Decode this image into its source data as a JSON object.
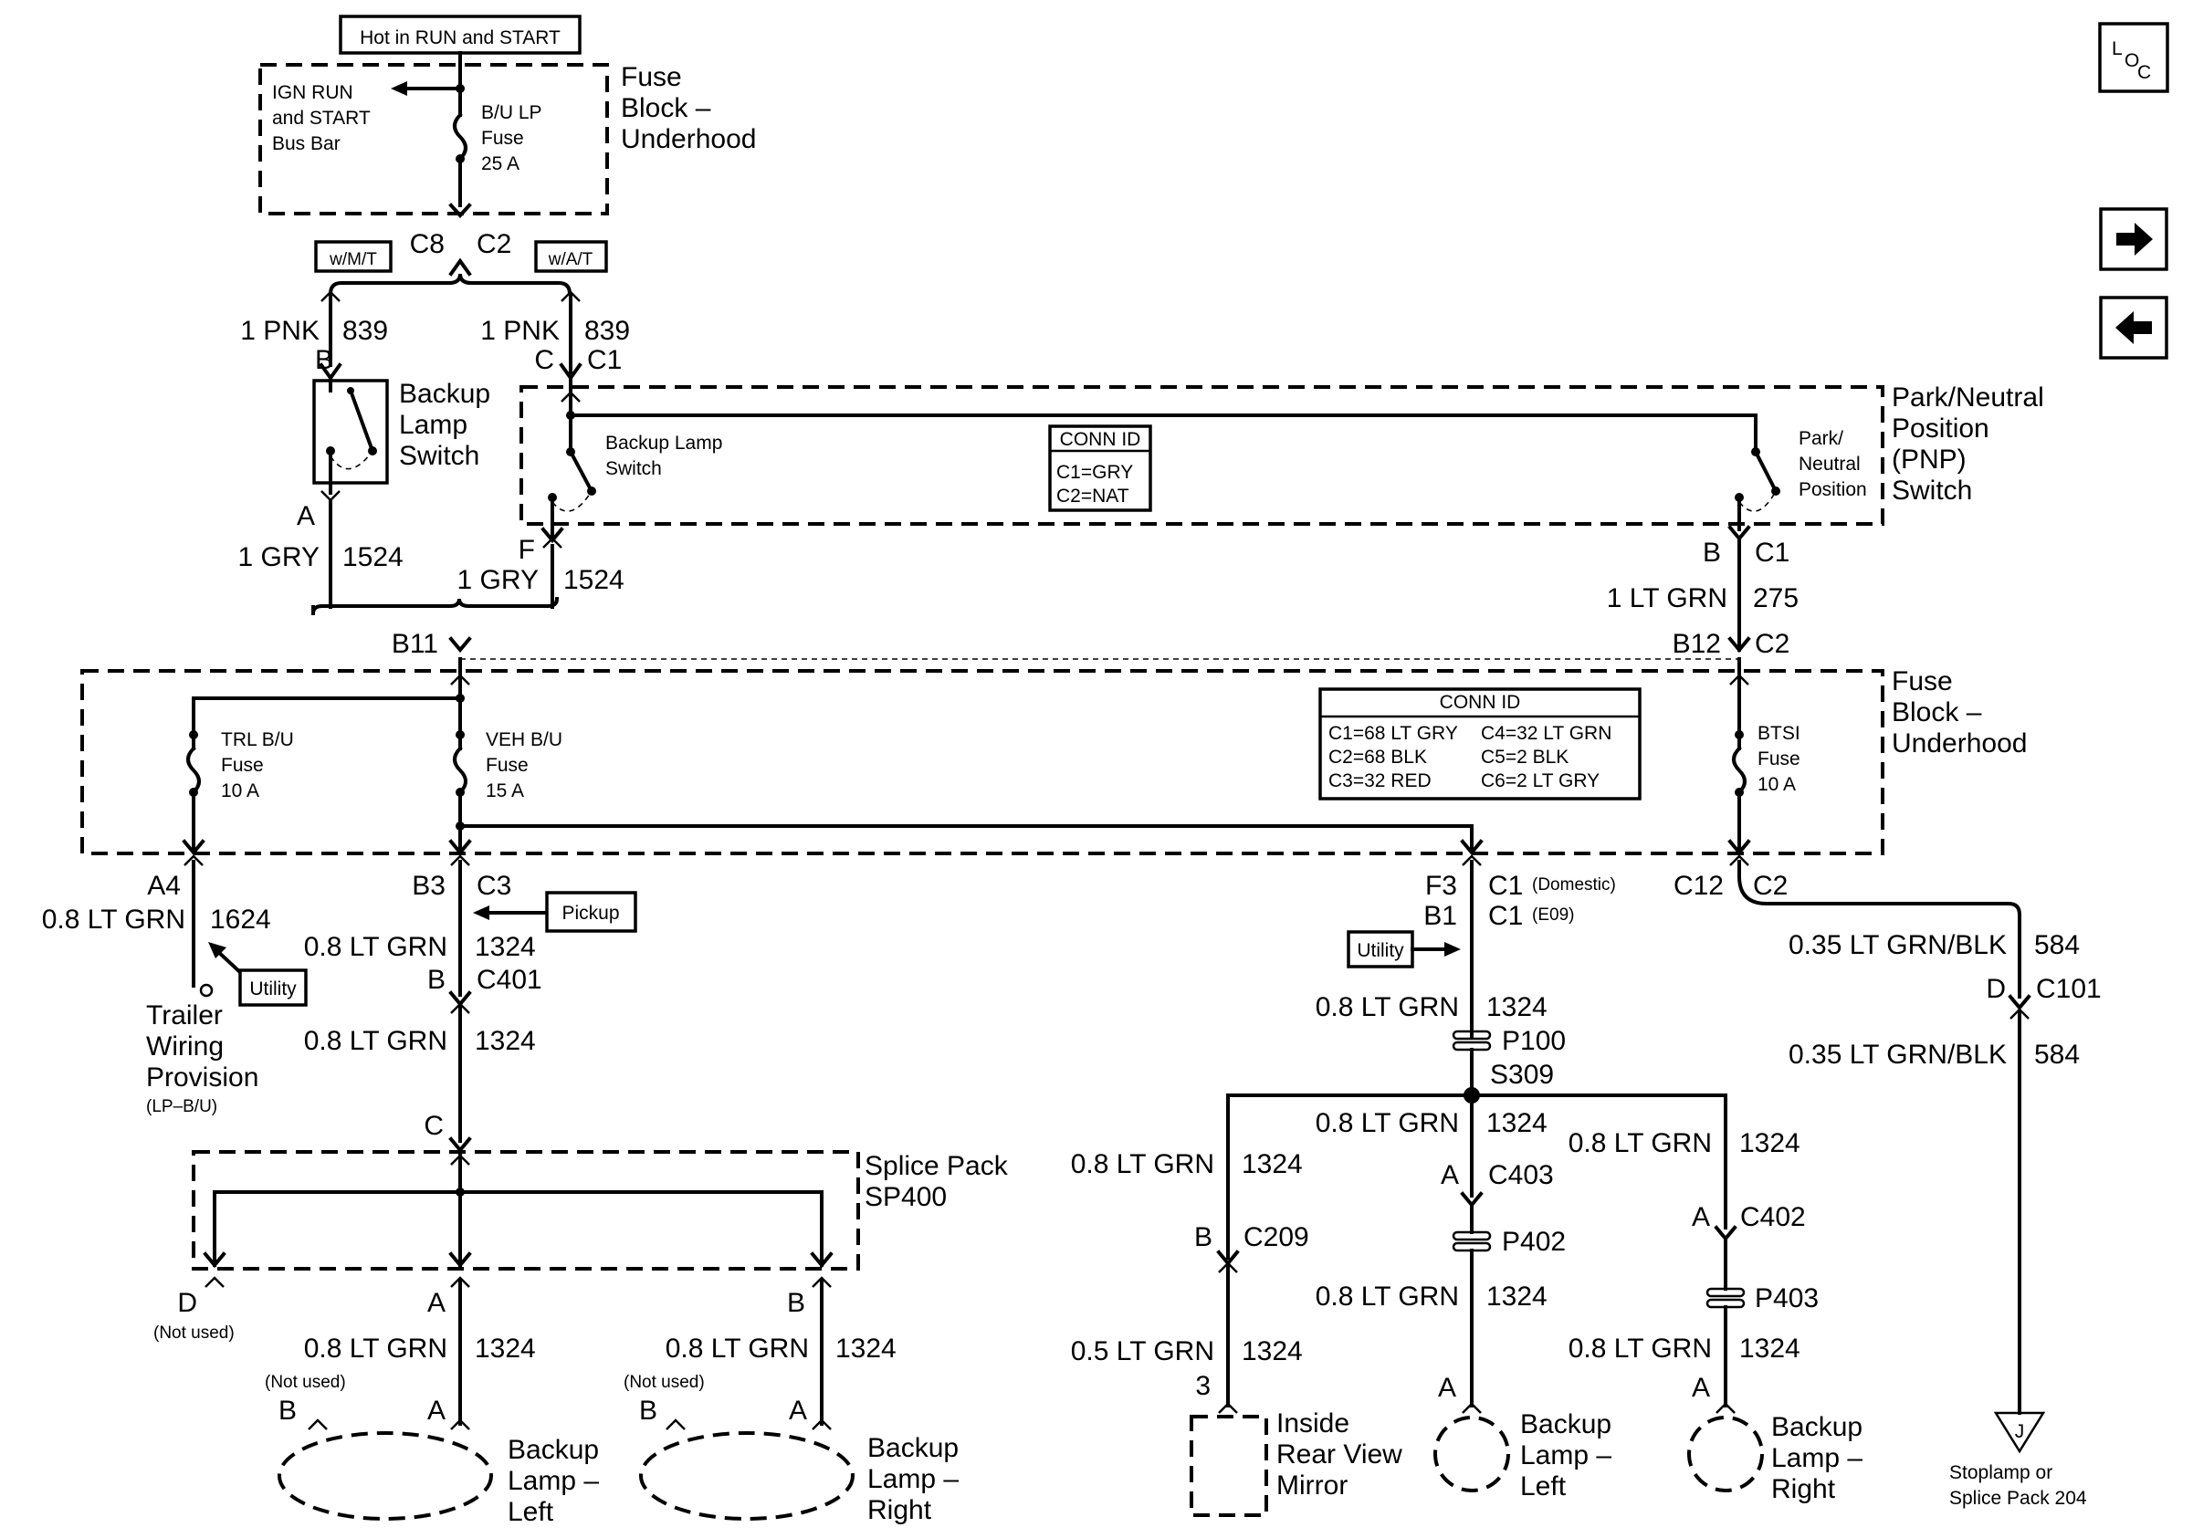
{
  "top": {
    "hot_label": "Hot in RUN and START",
    "busbar": [
      "IGN RUN",
      "and START",
      "Bus Bar"
    ],
    "fuse_bulp": [
      "B/U LP",
      "Fuse",
      "25 A"
    ],
    "fuse_block_top": [
      "Fuse",
      "Block –",
      "Underhood"
    ],
    "c8": "C8",
    "c2_top": "C2",
    "mt_label": "w/M/T",
    "at_label": "w/A/T"
  },
  "left_circuit": {
    "wire_839_left": "1 PNK",
    "circ_839_left": "839",
    "pin_b": "B",
    "switch_name": [
      "Backup",
      "Lamp",
      "Switch"
    ],
    "pin_a": "A",
    "wire_1524_left": "1 GRY",
    "circ_1524_left": "1524"
  },
  "pnp": {
    "wire_839_right": "1 PNK",
    "circ_839_right": "839",
    "pin_c": "C",
    "conn_c1": "C1",
    "inner_switch": [
      "Backup Lamp",
      "Switch"
    ],
    "conn_id_title": "CONN ID",
    "conn_id_lines": [
      "C1=GRY",
      "C2=NAT"
    ],
    "pnp_inner": [
      "Park/",
      "Neutral",
      "Position"
    ],
    "pnp_name": [
      "Park/Neutral",
      "Position",
      "(PNP)",
      "Switch"
    ],
    "pin_f": "F",
    "wire_1524_right": "1 GRY",
    "circ_1524_right": "1524",
    "pin_b_right": "B",
    "conn_c1_right": "C1",
    "wire_275": "1 LT GRN",
    "circ_275": "275"
  },
  "fuse_block": {
    "b11": "B11",
    "b12": "B12",
    "c2": "C2",
    "trl_fuse": [
      "TRL B/U",
      "Fuse",
      "10 A"
    ],
    "veh_fuse": [
      "VEH B/U",
      "Fuse",
      "15 A"
    ],
    "btsi_fuse": [
      "BTSI",
      "Fuse",
      "10 A"
    ],
    "conn_id_title": "CONN ID",
    "conn_id_left": [
      "C1=68 LT GRY",
      "C2=68 BLK",
      "C3=32 RED"
    ],
    "conn_id_right": [
      "C4=32 LT GRN",
      "C5=2 BLK",
      "C6=2 LT GRY"
    ],
    "name": [
      "Fuse",
      "Block –",
      "Underhood"
    ]
  },
  "trailer": {
    "pin_a4": "A4",
    "wire": "0.8 LT GRN",
    "circ": "1624",
    "utility": "Utility",
    "name": [
      "Trailer",
      "Wiring",
      "Provision"
    ],
    "sub": "(LP–B/U)"
  },
  "pickup": {
    "pin_b3": "B3",
    "conn_c3": "C3",
    "pickup_label": "Pickup",
    "wire1": "0.8 LT GRN",
    "circ1": "1324",
    "pin_b": "B",
    "conn_c401": "C401",
    "wire2": "0.8 LT GRN",
    "circ2": "1324",
    "pin_c": "C",
    "splice_name": [
      "Splice Pack",
      "SP400"
    ],
    "pin_d": "D",
    "not_used_d": "(Not used)",
    "pin_a": "A",
    "pin_b2": "B",
    "lamp_left": {
      "wire": "0.8 LT GRN",
      "circ": "1324",
      "not_used": "(Not used)",
      "pin_b": "B",
      "pin_a": "A",
      "name": [
        "Backup",
        "Lamp –",
        "Left"
      ]
    },
    "lamp_right": {
      "wire": "0.8 LT GRN",
      "circ": "1324",
      "not_used": "(Not used)",
      "pin_b": "B",
      "pin_a": "A",
      "name": [
        "Backup",
        "Lamp –",
        "Right"
      ]
    }
  },
  "utility": {
    "pin_f3": "F3",
    "conn_c1_dom": "C1",
    "domestic": "(Domestic)",
    "pin_b1": "B1",
    "conn_c1_e09": "C1",
    "e09": "(E09)",
    "utility_label": "Utility",
    "wire1": "0.8 LT GRN",
    "circ1": "1324",
    "p100": "P100",
    "s309": "S309",
    "mirror": {
      "wire1": "0.8 LT GRN",
      "circ1": "1324",
      "pin_b": "B",
      "conn": "C209",
      "wire2": "0.5 LT GRN",
      "circ2": "1324",
      "pin_3": "3",
      "name": [
        "Inside",
        "Rear View",
        "Mirror"
      ]
    },
    "lamp_left": {
      "wire1": "0.8 LT GRN",
      "circ1": "1324",
      "pin_a": "A",
      "conn": "C403",
      "plug": "P402",
      "wire2": "0.8 LT GRN",
      "circ2": "1324",
      "pin_a2": "A",
      "name": [
        "Backup",
        "Lamp –",
        "Left"
      ]
    },
    "lamp_right": {
      "wire1": "0.8 LT GRN",
      "circ1": "1324",
      "pin_a": "A",
      "conn": "C402",
      "plug": "P403",
      "wire2": "0.8 LT GRN",
      "circ2": "1324",
      "pin_a2": "A",
      "name": [
        "Backup",
        "Lamp –",
        "Right"
      ]
    }
  },
  "btsi": {
    "c12": "C12",
    "c2": "C2",
    "wire1": "0.35 LT GRN/BLK",
    "circ1": "584",
    "pin_d": "D",
    "conn_c101": "C101",
    "wire2": "0.35 LT GRN/BLK",
    "circ2": "584",
    "ref_letter": "J",
    "dest": [
      "Stoplamp or",
      "Splice Pack 204"
    ]
  },
  "nav": {
    "loc_l": "L",
    "loc_o": "O",
    "loc_c": "C",
    "next_icon": "right-arrow-icon",
    "prev_icon": "left-arrow-icon"
  }
}
